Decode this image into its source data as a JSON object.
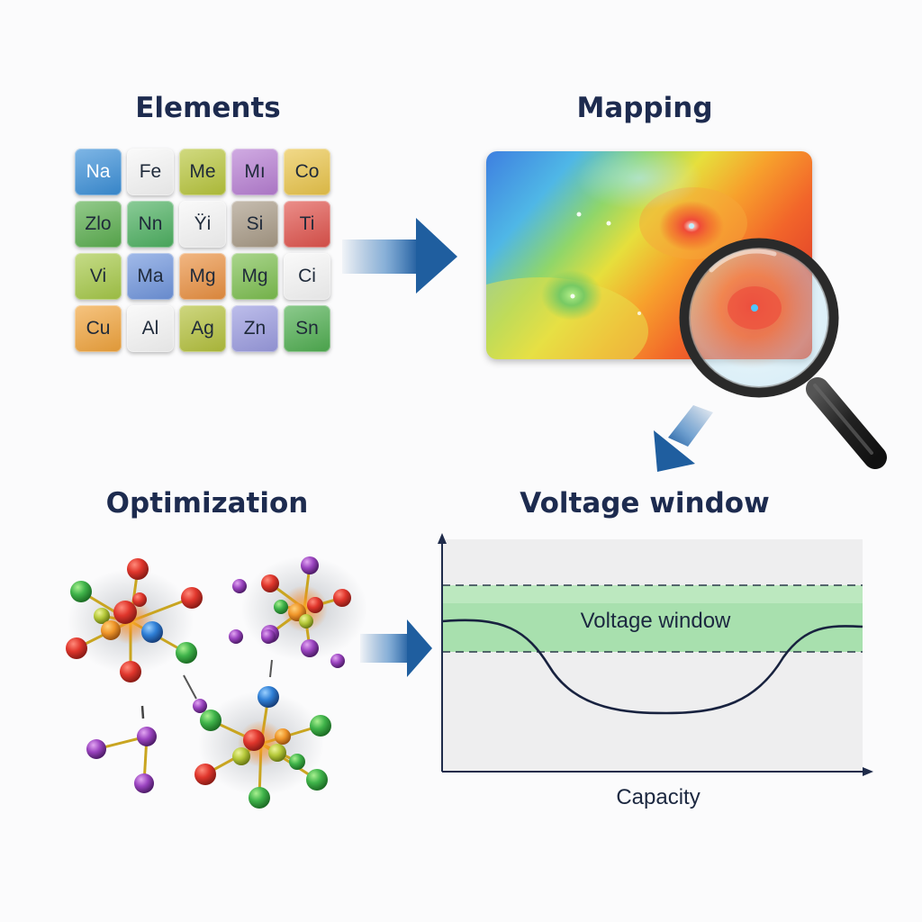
{
  "titles": {
    "elements": "Elements",
    "mapping": "Mapping",
    "optimization": "Optimization",
    "voltage_window": "Voltage window"
  },
  "element_tiles": [
    {
      "symbol": "Na",
      "color": "#3a8fd8"
    },
    {
      "symbol": "Fe",
      "color": "#f7f7f7"
    },
    {
      "symbol": "Me",
      "color": "#b8c63c"
    },
    {
      "symbol": "Mı",
      "color": "#b77ed3"
    },
    {
      "symbol": "Co",
      "color": "#eac54a"
    },
    {
      "symbol": "Zlo",
      "color": "#5aae4e"
    },
    {
      "symbol": "Nn",
      "color": "#4cb060"
    },
    {
      "symbol": "Ÿi",
      "color": "#f7f7f7"
    },
    {
      "symbol": "Si",
      "color": "#a89a86"
    },
    {
      "symbol": "Ti",
      "color": "#e0524b"
    },
    {
      "symbol": "Vi",
      "color": "#a6c948"
    },
    {
      "symbol": "Ma",
      "color": "#6f95dd"
    },
    {
      "symbol": "Mg",
      "color": "#ea9040"
    },
    {
      "symbol": "Mg",
      "color": "#7cbf4f"
    },
    {
      "symbol": "Ci",
      "color": "#f7f7f7"
    },
    {
      "symbol": "Cu",
      "color": "#f1a43c"
    },
    {
      "symbol": "Al",
      "color": "#f7f7f7"
    },
    {
      "symbol": "Ag",
      "color": "#b4c13c"
    },
    {
      "symbol": "Zn",
      "color": "#9a9be0"
    },
    {
      "symbol": "Sn",
      "color": "#4fae50"
    }
  ],
  "voltage_panel": {
    "band_label": "Voltage window",
    "x_axis_label": "Capacity"
  },
  "colors": {
    "title": "#1d2b4f",
    "arrow": "#2b67a6",
    "band": "#9fdca3",
    "curve": "#1a2543"
  },
  "icons": [
    "magnifier-icon",
    "arrow-right-icon",
    "arrow-down-left-icon",
    "molecule-icon"
  ]
}
